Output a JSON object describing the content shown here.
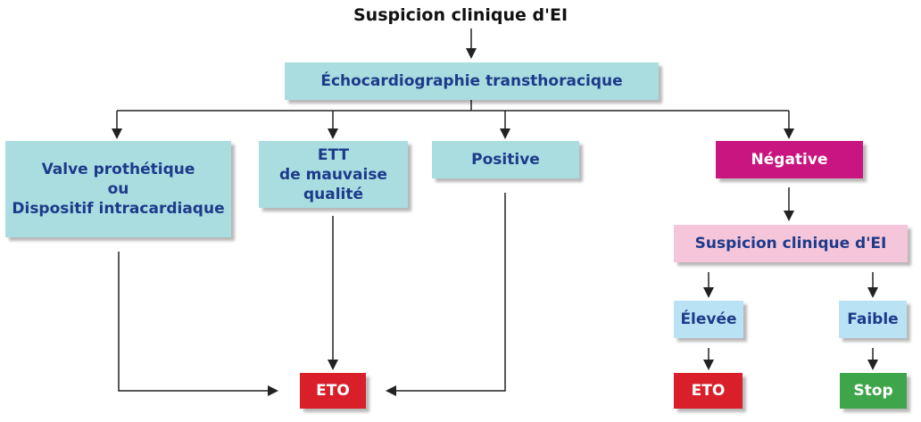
{
  "title": "Suspicion clinique d'EI",
  "colors": {
    "teal": "#a9dde0",
    "light_blue": "#b9e3f5",
    "pink": "#f5c6d9",
    "magenta": "#c8157f",
    "red": "#d81f2a",
    "green": "#3fa54a",
    "text_navy": "#1e3a8a"
  },
  "nodes": {
    "ett": "Échocardiographie transthoracique",
    "valve_line1": "Valve prothétique",
    "valve_line2": "ou",
    "valve_line3": "Dispositif intracardiaque",
    "poor_line1": "ETT",
    "poor_line2": "de mauvaise",
    "poor_line3": "qualité",
    "positive": "Positive",
    "negative": "Négative",
    "suspicion2": "Suspicion clinique d'EI",
    "elevated": "Élevée",
    "low": "Faible",
    "eto_left": "ETO",
    "eto_right": "ETO",
    "stop": "Stop"
  }
}
